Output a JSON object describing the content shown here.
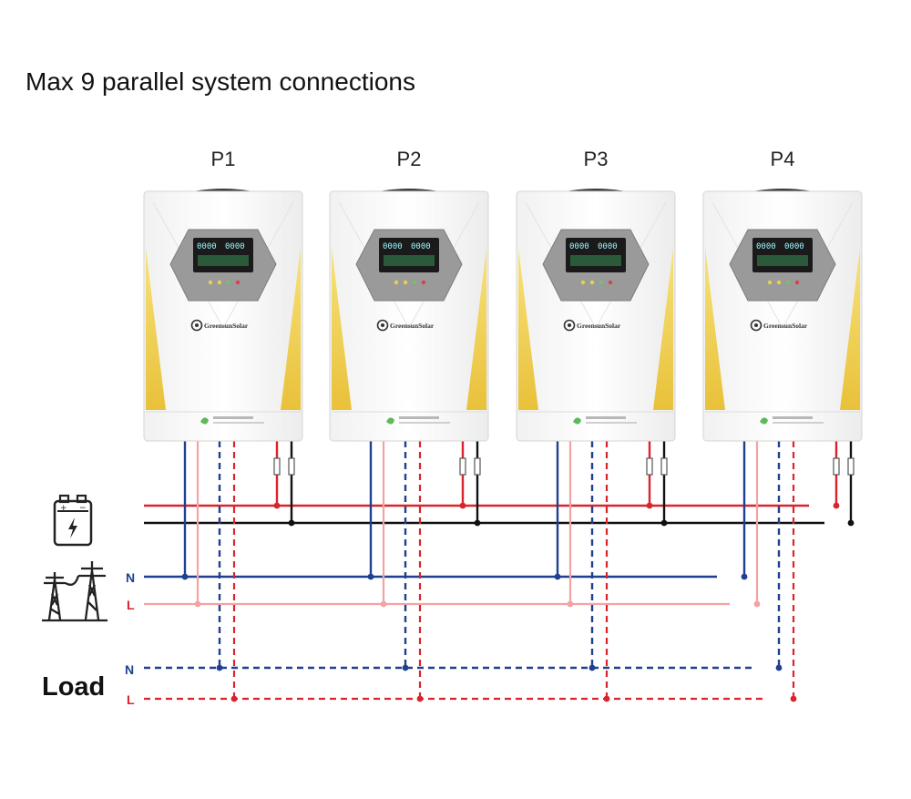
{
  "title": "Max 9 parallel system connections",
  "inverters": [
    {
      "label": "P1",
      "brand": "GreensunSolar"
    },
    {
      "label": "P2",
      "brand": "GreensunSolar"
    },
    {
      "label": "P3",
      "brand": "GreensunSolar"
    },
    {
      "label": "P4",
      "brand": "GreensunSolar"
    }
  ],
  "lcd_digits": "0000",
  "grid": {
    "neutral_label": "N",
    "line_label": "L"
  },
  "load": {
    "label": "Load",
    "neutral_label": "N",
    "line_label": "L"
  },
  "icons": {
    "battery": "battery-icon",
    "grid": "power-tower-icon"
  },
  "colors": {
    "battery_positive": "#d9242b",
    "battery_negative": "#111111",
    "neutral": "#1f3f8f",
    "line": "#f3a3a3",
    "load_line": "#d9242b",
    "panel_accent": "#f2d04a"
  }
}
